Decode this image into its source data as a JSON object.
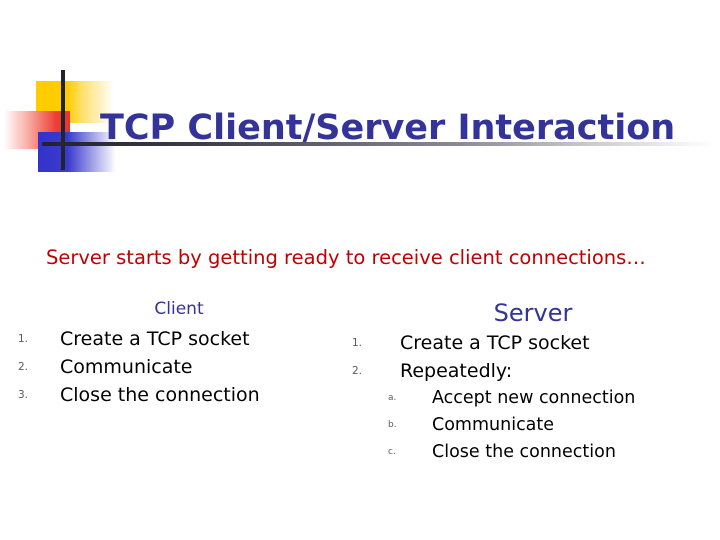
{
  "slide": {
    "title": "TCP Client/Server Interaction",
    "lead_line": "Server starts by getting ready to receive client connections…",
    "colors": {
      "title": "#333399",
      "lead": "#C00000",
      "heading": "#333399",
      "body": "#000000",
      "marker": "#5a5a66",
      "ornament_yellow": "#FFCC00",
      "ornament_red": "#EE4036",
      "ornament_blue": "#3333CC",
      "rule": "#23232e",
      "background": "#FFFFFF"
    },
    "ornament": {
      "yellow_block": "yellow-square",
      "red_block": "red-rectangle",
      "blue_block": "blue-square",
      "vertical_rule": "vertical-line",
      "horizontal_rule": "horizontal-line"
    },
    "columns": [
      {
        "id": "client",
        "heading": "Client",
        "items": [
          {
            "marker": "1.",
            "text": "Create a TCP socket",
            "level": 1
          },
          {
            "marker": "2.",
            "text": "Communicate",
            "level": 1
          },
          {
            "marker": "3.",
            "text": "Close the connection",
            "level": 1
          }
        ]
      },
      {
        "id": "server",
        "heading": "Server",
        "items": [
          {
            "marker": "1.",
            "text": "Create a TCP socket",
            "level": 1
          },
          {
            "marker": "2.",
            "text": "Repeatedly:",
            "level": 1
          },
          {
            "marker": "a.",
            "text": "Accept new connection",
            "level": 2
          },
          {
            "marker": "b.",
            "text": "Communicate",
            "level": 2
          },
          {
            "marker": "c.",
            "text": "Close the connection",
            "level": 2
          }
        ]
      }
    ]
  }
}
